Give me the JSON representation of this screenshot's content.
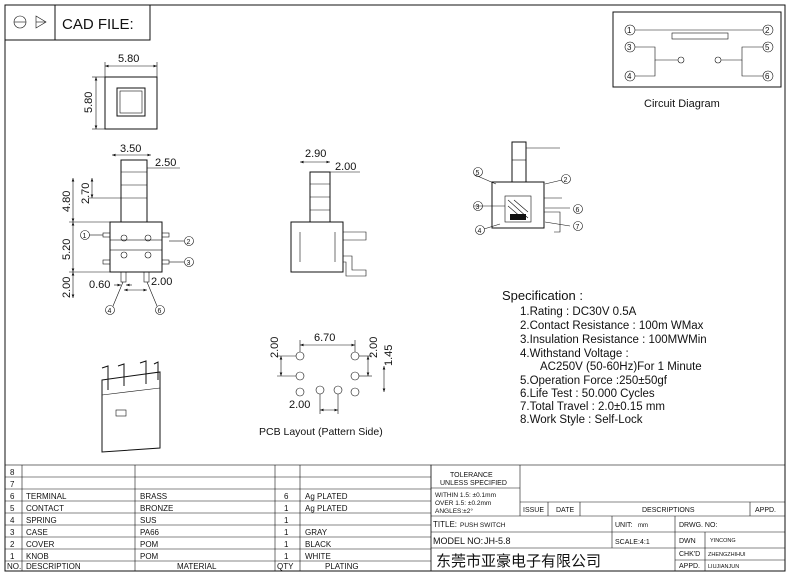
{
  "header": {
    "label": "CAD FILE:"
  },
  "circuit": {
    "title": "Circuit Diagram",
    "pins": [
      "1",
      "2",
      "3",
      "4",
      "5",
      "6"
    ]
  },
  "top_view": {
    "width": "5.80",
    "height": "5.80"
  },
  "front_view": {
    "d_350": "3.50",
    "d_250": "2.50",
    "d_480": "4.80",
    "d_270": "2.70",
    "d_520": "5.20",
    "d_200_left": "2.00",
    "d_060": "0.60",
    "d_200_bottom": "2.00",
    "pins": [
      "1",
      "2",
      "3",
      "4",
      "6"
    ]
  },
  "side_view": {
    "d_290": "2.90",
    "d_200": "2.00"
  },
  "section_view": {
    "callouts": [
      "5",
      "2",
      "3",
      "6",
      "4",
      "7"
    ]
  },
  "pcb": {
    "d_670": "6.70",
    "d_200_left": "2.00",
    "d_200_right": "2.00",
    "d_145": "1.45",
    "d_200_bottom": "2.00",
    "caption": "PCB Layout (Pattern Side)"
  },
  "spec": {
    "title": "Specification :",
    "lines": [
      "1.Rating : DC30V 0.5A",
      "2.Contact Resistance : 100m WMax",
      "3.Insulation Resistance : 100MWMin",
      "4.Withstand Voltage :",
      "AC250V (50-60Hz)For 1 Minute",
      "5.Operation Force :250±50gf",
      "6.Life Test : 50.000 Cycles",
      "7.Total Travel : 2.0±0.15 mm",
      "8.Work Style : Self-Lock"
    ]
  },
  "bom": {
    "headers": {
      "no": "NO.",
      "desc": "DESCRIPTION",
      "mat": "MATERIAL",
      "qty": "QTY",
      "plating": "PLATING"
    },
    "rows": [
      {
        "no": "8",
        "desc": "",
        "mat": "",
        "qty": "",
        "plating": ""
      },
      {
        "no": "7",
        "desc": "",
        "mat": "",
        "qty": "",
        "plating": ""
      },
      {
        "no": "6",
        "desc": "TERMINAL",
        "mat": "BRASS",
        "qty": "6",
        "plating": "Ag PLATED"
      },
      {
        "no": "5",
        "desc": "CONTACT",
        "mat": "BRONZE",
        "qty": "1",
        "plating": "Ag PLATED"
      },
      {
        "no": "4",
        "desc": "SPRING",
        "mat": "SUS",
        "qty": "1",
        "plating": ""
      },
      {
        "no": "3",
        "desc": "CASE",
        "mat": "PA66",
        "qty": "1",
        "plating": "GRAY"
      },
      {
        "no": "2",
        "desc": "COVER",
        "mat": "POM",
        "qty": "1",
        "plating": "BLACK"
      },
      {
        "no": "1",
        "desc": "KNOB",
        "mat": "POM",
        "qty": "1",
        "plating": "WHITE"
      }
    ]
  },
  "title_block": {
    "tolerance_title": "TOLERANCE",
    "tolerance_sub": "UNLESS SPECIFIED",
    "tol_1": "WITHIN 1.5: ±0.1mm",
    "tol_2": "OVER 1.5: ±0.2mm",
    "tol_3": "ANGLES:±2°",
    "issue": "ISSUE",
    "date": "DATE",
    "descriptions": "DESCRIPTIONS",
    "appd": "APPD.",
    "title_label": "TITLE:",
    "title_value": "PUSH SWITCH",
    "unit_label": "UNIT:",
    "unit_value": "mm",
    "drwg_label": "DRWG. NO:",
    "model_label": "MODEL NO:",
    "model_value": "JH-5.8",
    "scale_label": "SCALE:",
    "scale_value": "4:1",
    "dwn_label": "DWN",
    "dwn_value": "YINCONG",
    "chkd_label": "CHK'D",
    "chkd_value": "ZHENGZHIHUI",
    "appd_label": "APPD.",
    "appd_value": "LIUJIANJUN",
    "company": "东莞市亚豪电子有限公司"
  }
}
